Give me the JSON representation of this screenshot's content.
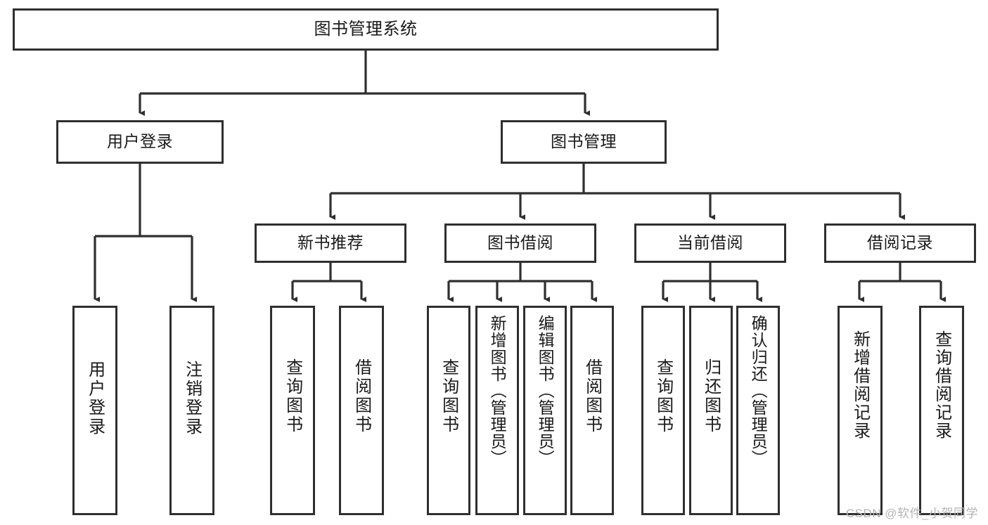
{
  "diagram": {
    "type": "tree",
    "title": "图书管理系统",
    "orientation": "top-down",
    "edge_color": "#2f2f2f",
    "box_border_color": "#2f2f2f",
    "box_fill_color": "#ffffff",
    "text_color": "#1a1a1a"
  },
  "nodes": {
    "root": {
      "label": "图书管理系统"
    },
    "level2": [
      {
        "label": "用户登录"
      },
      {
        "label": "图书管理"
      }
    ],
    "level3": [
      {
        "label": "新书推荐"
      },
      {
        "label": "图书借阅"
      },
      {
        "label": "当前借阅"
      },
      {
        "label": "借阅记录"
      }
    ],
    "leaves": {
      "user_login": [
        {
          "label": "用户登录"
        },
        {
          "label": "注销登录"
        }
      ],
      "new_book": [
        {
          "label": "查询图书"
        },
        {
          "label": "借阅图书"
        }
      ],
      "book_borrow": [
        {
          "label": "查询图书"
        },
        {
          "label": "新增图书（管理员）"
        },
        {
          "label": "编辑图书（管理员）"
        },
        {
          "label": "借阅图书"
        }
      ],
      "current_borrow": [
        {
          "label": "查询图书"
        },
        {
          "label": "归还图书"
        },
        {
          "label": "确认归还（管理员）"
        }
      ],
      "borrow_record": [
        {
          "label": "新增借阅记录"
        },
        {
          "label": "查询借阅记录"
        }
      ]
    }
  },
  "watermark": {
    "text": "CSDN @软件_小贺同学"
  }
}
